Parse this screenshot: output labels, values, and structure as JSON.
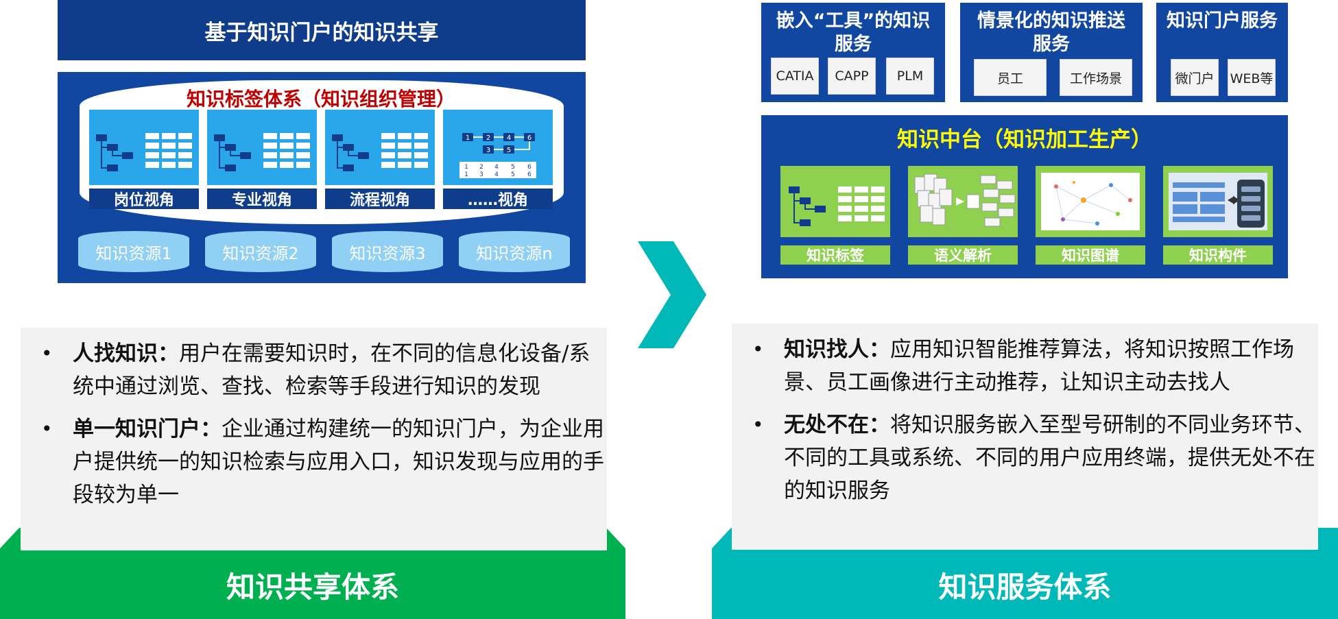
{
  "left": {
    "portal_title": "基于知识门户的知识共享",
    "tag_system_title": "知识标签体系（知识组织管理）",
    "perspectives": [
      "岗位视角",
      "专业视角",
      "流程视角",
      "……视角"
    ],
    "flow_numbers_top": [
      "1",
      "2",
      "4",
      "6"
    ],
    "flow_numbers_mid": [
      "3",
      "5"
    ],
    "flow_grid": [
      "1",
      "2",
      "4",
      "5",
      "6",
      "1",
      "3",
      "4",
      "5",
      "6"
    ],
    "resources": [
      "知识资源1",
      "知识资源2",
      "知识资源3",
      "知识资源n"
    ],
    "bullets": [
      {
        "head": "人找知识：",
        "body": "用户在需要知识时，在不同的信息化设备/系统中通过浏览、查找、检索等手段进行知识的发现"
      },
      {
        "head": "单一知识门户：",
        "body": "企业通过构建统一的知识门户，为企业用户提供统一的知识检索与应用入口，知识发现与应用的手段较为单一"
      }
    ],
    "footer": "知识共享体系",
    "footer_color": "#00b050"
  },
  "right": {
    "embed_title": "嵌入“工具”的知识服务",
    "embed_chips": [
      "CATIA",
      "CAPP",
      "PLM"
    ],
    "scene_title": "情景化的知识推送服务",
    "scene_chips": [
      "员工",
      "工作场景"
    ],
    "portal_title": "知识门户服务",
    "portal_chips": [
      "微门户",
      "WEB等"
    ],
    "platform_title": "知识中台（知识加工生产）",
    "modules": [
      "知识标签",
      "语义解析",
      "知识图谱",
      "知识构件"
    ],
    "bullets": [
      {
        "head": "知识找人：",
        "body": "应用知识智能推荐算法，将知识按照工作场景、员工画像进行主动推荐，让知识主动去找人"
      },
      {
        "head": "无处不在：",
        "body": "将知识服务嵌入至型号研制的不同业务环节、不同的工具或系统、不同的用户应用终端，提供无处不在的知识服务"
      }
    ],
    "footer": "知识服务体系",
    "footer_color": "#00b8b8"
  },
  "colors": {
    "navy": "#0f3d8c",
    "accent_red": "#c00000",
    "accent_yellow": "#ffff00",
    "arrow": "#00b8b8"
  }
}
